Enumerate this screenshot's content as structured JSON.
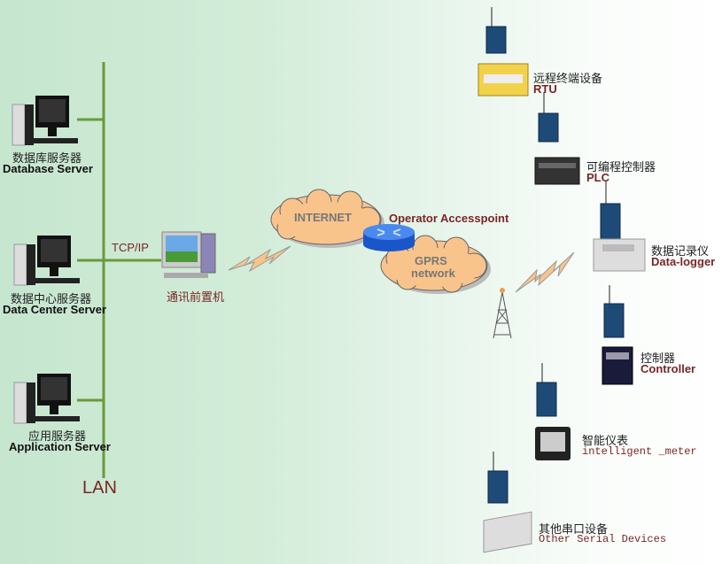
{
  "servers": [
    {
      "cn": "数据库服务器",
      "en": "Database Server"
    },
    {
      "cn": "数据中心服务器",
      "en": "Data Center Server"
    },
    {
      "cn": "应用服务器",
      "en": "Application Server"
    }
  ],
  "lan_label": "LAN",
  "tcpip_label": "TCP/IP",
  "front_end_label": "通讯前置机",
  "clouds": {
    "internet": "INTERNET",
    "gprs_line1": "GPRS",
    "gprs_line2": "network"
  },
  "router_label": "Operator Accesspoint",
  "devices": [
    {
      "cn": "远程终端设备",
      "en": "RTU"
    },
    {
      "cn": "可编程控制器",
      "en": "PLC"
    },
    {
      "cn": "数据记录仪",
      "en": "Data-logger"
    },
    {
      "cn": "控制器",
      "en": "Controller"
    },
    {
      "cn": "智能仪表",
      "en": "intelligent _meter"
    },
    {
      "cn": "其他串口设备",
      "en": "Other Serial Devices"
    }
  ],
  "colors": {
    "lan_line": "#6a9a3a",
    "cloud": "#f8c48c",
    "router": "#2a6ae0",
    "label_red": "#7a2626",
    "bolt": "#f8c48c"
  }
}
